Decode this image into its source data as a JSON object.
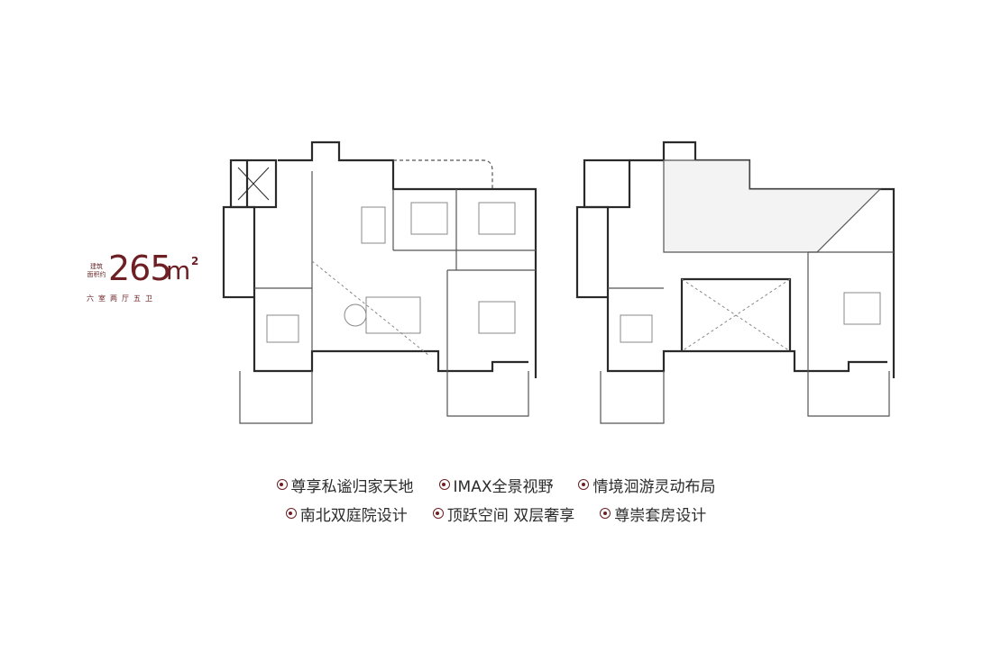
{
  "unit_info": {
    "caption_line1": "建筑",
    "caption_line2": "面积约",
    "area_value": "265",
    "area_unit": "m",
    "area_superscript": "2",
    "layout_text": "六室两厅五卫"
  },
  "features": {
    "row1": [
      "尊享私谧归家天地",
      "IMAX全景视野",
      "情境洄游灵动布局"
    ],
    "row2": [
      "南北双庭院设计",
      "顶跃空间 双层奢享",
      "尊崇套房设计"
    ]
  },
  "colors": {
    "accent": "#6d1f23",
    "wall": "#2a2a2a",
    "line": "#8a8a8a",
    "text": "#2b2b2b"
  }
}
